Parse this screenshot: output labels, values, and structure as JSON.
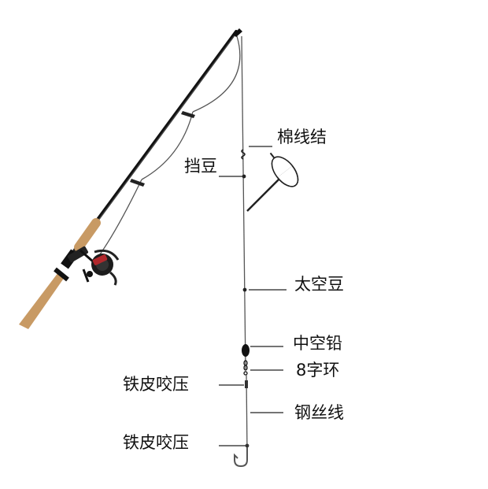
{
  "labels": {
    "cotton_knot": "棉线结",
    "bean_stopper": "挡豆",
    "space_bean": "太空豆",
    "hollow_sinker": "中空铅",
    "swivel": "8字环",
    "crimp_upper": "铁皮咬压",
    "wire_leader": "钢丝线",
    "crimp_lower": "铁皮咬压"
  },
  "colors": {
    "rod": "#111111",
    "cork": "#c89a64",
    "line": "#444444",
    "float_body": "#222222",
    "float_cap": "#ffffff"
  },
  "icons": {
    "rod": "fishing-rod-icon",
    "reel": "spinning-reel-icon",
    "float": "float-bobber-icon",
    "hook": "fish-hook-icon"
  }
}
